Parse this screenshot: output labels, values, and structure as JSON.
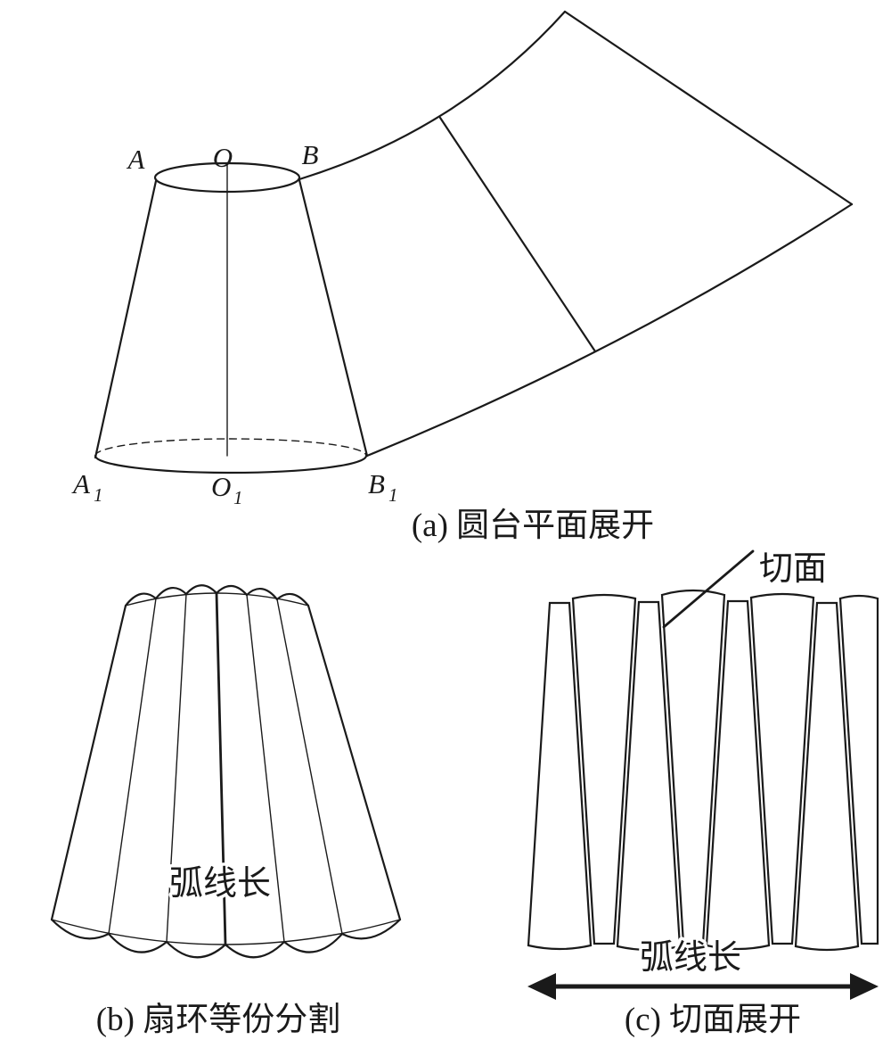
{
  "colors": {
    "ink": "#1a1a1a",
    "background": "#ffffff"
  },
  "panel_a": {
    "caption": "(a) 圆台平面展开",
    "labels": {
      "A": {
        "base": "A",
        "sub": ""
      },
      "O": {
        "base": "O",
        "sub": ""
      },
      "B": {
        "base": "B",
        "sub": ""
      },
      "A1": {
        "base": "A",
        "sub": "1"
      },
      "O1": {
        "base": "O",
        "sub": "1"
      },
      "B1": {
        "base": "B",
        "sub": "1"
      }
    }
  },
  "panel_b": {
    "caption": "(b) 扇环等份分割",
    "arc_length_label": "弧线长"
  },
  "panel_c": {
    "caption": "(c) 切面展开",
    "cut_face_label": "切面",
    "arc_length_label": "弧线长"
  }
}
